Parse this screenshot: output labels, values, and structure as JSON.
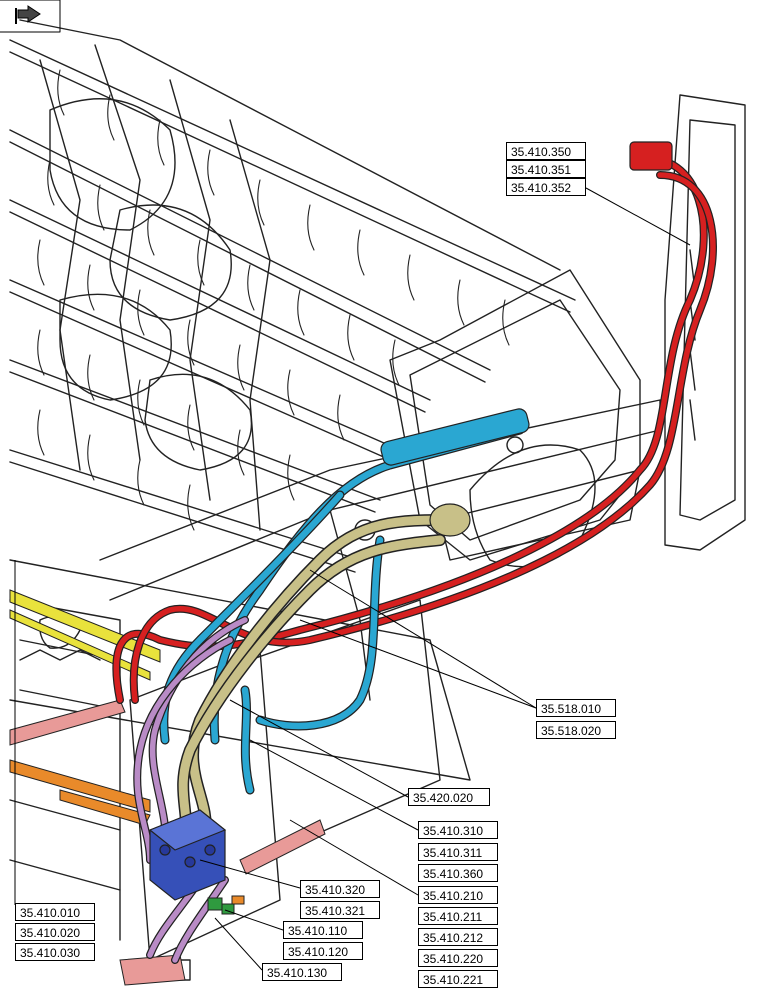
{
  "navigation": {
    "icon": "return-arrow-icon"
  },
  "colors": {
    "line": "#222222",
    "red_hose": "#d62020",
    "blue_hose": "#2aa7d2",
    "khaki_hose": "#c8c088",
    "purple_hose": "#b98bc6",
    "valve_block": "#3650b8",
    "yellow_frame": "#e9e23c",
    "orange_frame": "#e98a2a",
    "pink_frame": "#e89a98",
    "green_fitting": "#2f9a3f"
  },
  "callouts": {
    "c350": "35.410.350",
    "c351": "35.410.351",
    "c352": "35.410.352",
    "c518_010": "35.518.010",
    "c518_020": "35.518.020",
    "c420_020": "35.420.020",
    "c310": "35.410.310",
    "c311": "35.410.311",
    "c360": "35.410.360",
    "c320": "35.410.320",
    "c321": "35.410.321",
    "c210": "35.410.210",
    "c211": "35.410.211",
    "c212": "35.410.212",
    "c220": "35.410.220",
    "c221": "35.410.221",
    "c110": "35.410.110",
    "c120": "35.410.120",
    "c130": "35.410.130",
    "c010": "35.410.010",
    "c020": "35.410.020",
    "c030": "35.410.030"
  }
}
